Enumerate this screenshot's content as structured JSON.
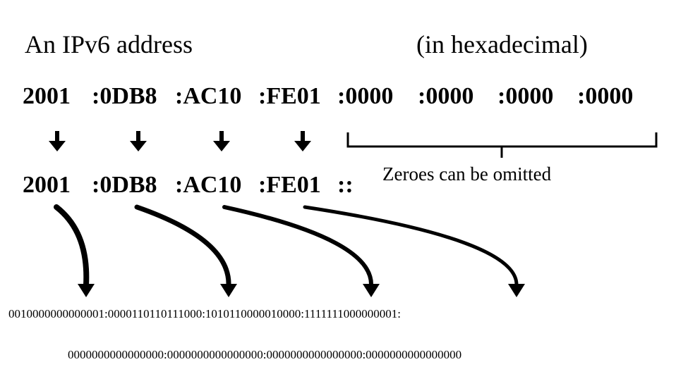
{
  "title_left": "An IPv6 address",
  "title_right": "(in hexadecimal)",
  "full_groups": [
    "2001",
    ":0DB8",
    ":AC10",
    ":FE01",
    ":0000",
    ":0000",
    ":0000",
    ":0000"
  ],
  "short_groups": [
    "2001",
    ":0DB8",
    ":AC10",
    ":FE01",
    "::"
  ],
  "bracket_label": "Zeroes can be omitted",
  "binary_line_1": "0010000000000001:0000110110111000:1010110000010000:1111111000000001:",
  "binary_line_2": "0000000000000000:0000000000000000:0000000000000000:0000000000000000"
}
